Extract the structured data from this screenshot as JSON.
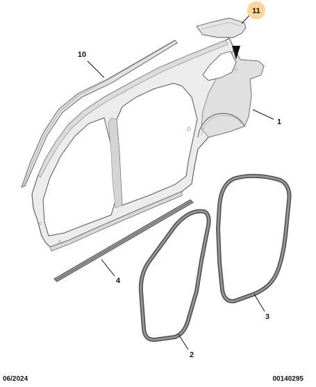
{
  "callouts": {
    "side_panel": "1",
    "front_door_seal": "2",
    "rear_door_seal": "3",
    "sill_seal": "4",
    "roof_trim": "10",
    "upper_trim": "11"
  },
  "footer": {
    "date": "06/2024",
    "reference": "00140295"
  },
  "colors": {
    "panel_fill": "#ececec",
    "panel_shade": "#d6d6d6",
    "outline": "#555555",
    "seal": "#6a6a6a",
    "highlight_badge": "#fbd79b"
  }
}
